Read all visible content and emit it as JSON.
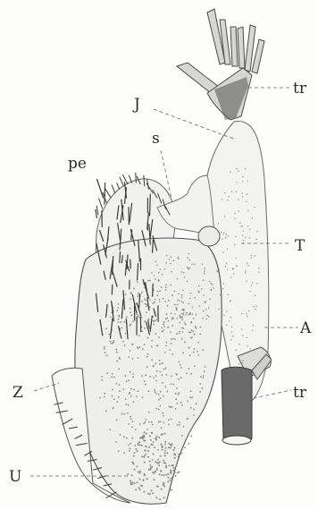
{
  "labels": {
    "tr_top": "tr",
    "J": "J",
    "s": "s",
    "pe": "pe",
    "T": "T",
    "A": "A",
    "Z": "Z",
    "tr_bottom": "tr",
    "U": "U"
  },
  "colors": {
    "outline": "#555555",
    "fill_light": "#f0f0ee",
    "fill_mid": "#d9d9d6",
    "trachea_dark": "#5a5a5a",
    "stipple": "#8a8a8a",
    "bristle": "#3a3a3a",
    "leader": "#666666",
    "label": "#2a2a2a"
  }
}
